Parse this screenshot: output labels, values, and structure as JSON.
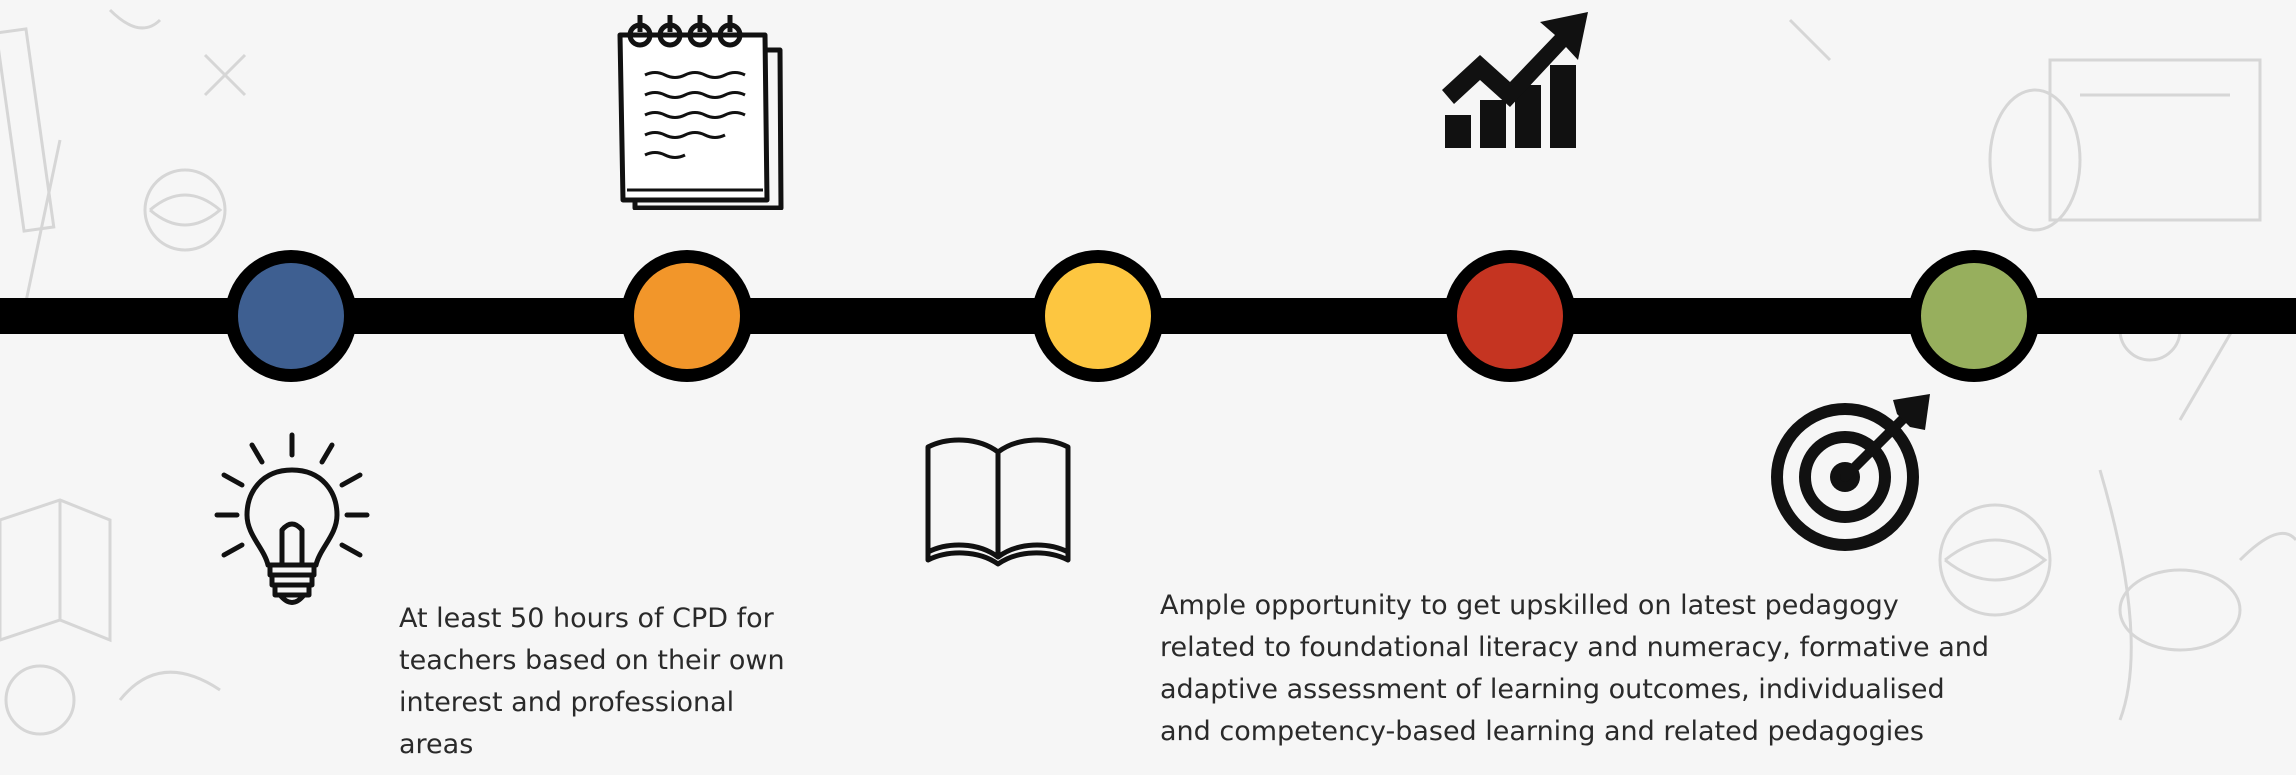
{
  "timeline": {
    "milestones": [
      {
        "name": "milestone-1",
        "color": "#3e5f91",
        "icon": "lightbulb-icon"
      },
      {
        "name": "milestone-2",
        "color": "#f2962a",
        "icon": "notepad-icon"
      },
      {
        "name": "milestone-3",
        "color": "#fdc640",
        "icon": "open-book-icon"
      },
      {
        "name": "milestone-4",
        "color": "#c53421",
        "icon": "growth-chart-icon"
      },
      {
        "name": "milestone-5",
        "color": "#97af5d",
        "icon": "target-icon"
      }
    ],
    "line_color": "#000000"
  },
  "captions": {
    "cpd_hours": "At least 50 hours of CPD for\nteachers based on their own\ninterest and professional\nareas",
    "upskilling": "Ample opportunity to get upskilled on latest pedagogy\nrelated to foundational literacy and numeracy, formative and\nadaptive assessment of learning outcomes, individualised\nand competency-based learning and related pedagogies"
  }
}
